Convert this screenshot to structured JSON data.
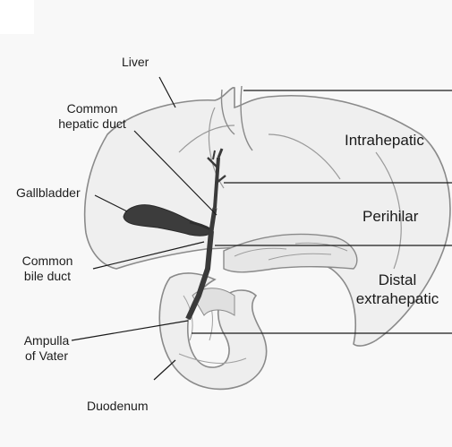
{
  "labels": {
    "liver": "Liver",
    "common_hepatic_duct_1": "Common",
    "common_hepatic_duct_2": "hepatic duct",
    "gallbladder": "Gallbladder",
    "common_bile_duct_1": "Common",
    "common_bile_duct_2": "bile duct",
    "ampulla_1": "Ampulla",
    "ampulla_2": "of Vater",
    "duodenum": "Duodenum"
  },
  "regions": {
    "intrahepatic": "Intrahepatic",
    "perihilar": "Perihilar",
    "distal_1": "Distal",
    "distal_2": "extrahepatic"
  },
  "colors": {
    "background": "#f8f8f8",
    "outline": "#8a8a8a",
    "duct": "#3a3a3a",
    "leader": "#1a1a1a"
  }
}
